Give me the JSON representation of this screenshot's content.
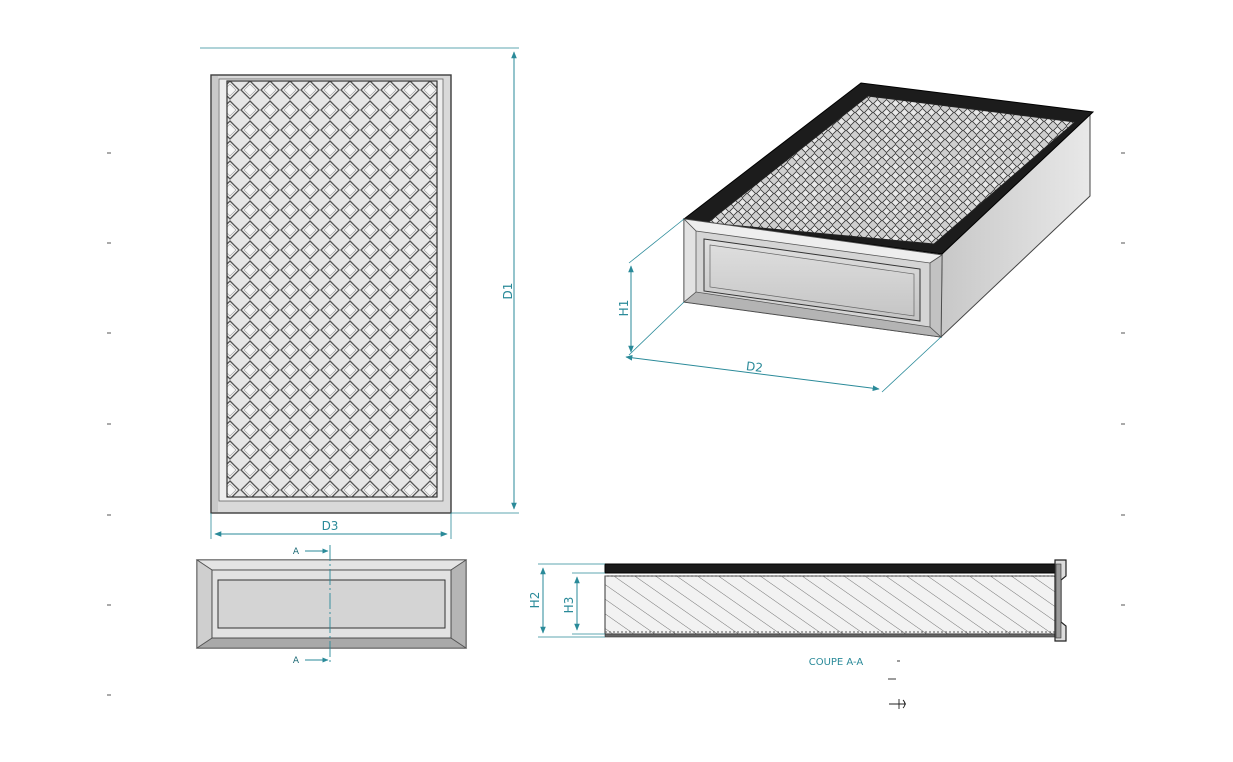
{
  "dimensions": {
    "d1": "D1",
    "d2": "D2",
    "d3": "D3",
    "h1": "H1",
    "h2": "H2",
    "h3": "H3"
  },
  "section": {
    "marker_top": "A",
    "marker_bottom": "A",
    "caption": "COUPE A-A"
  },
  "colors": {
    "dimension_line": "#2a8a99",
    "frame_fill": "#dcdcdc",
    "frame_stroke": "#444444",
    "gasket": "#1a1a1a",
    "mesh": "#555555"
  }
}
